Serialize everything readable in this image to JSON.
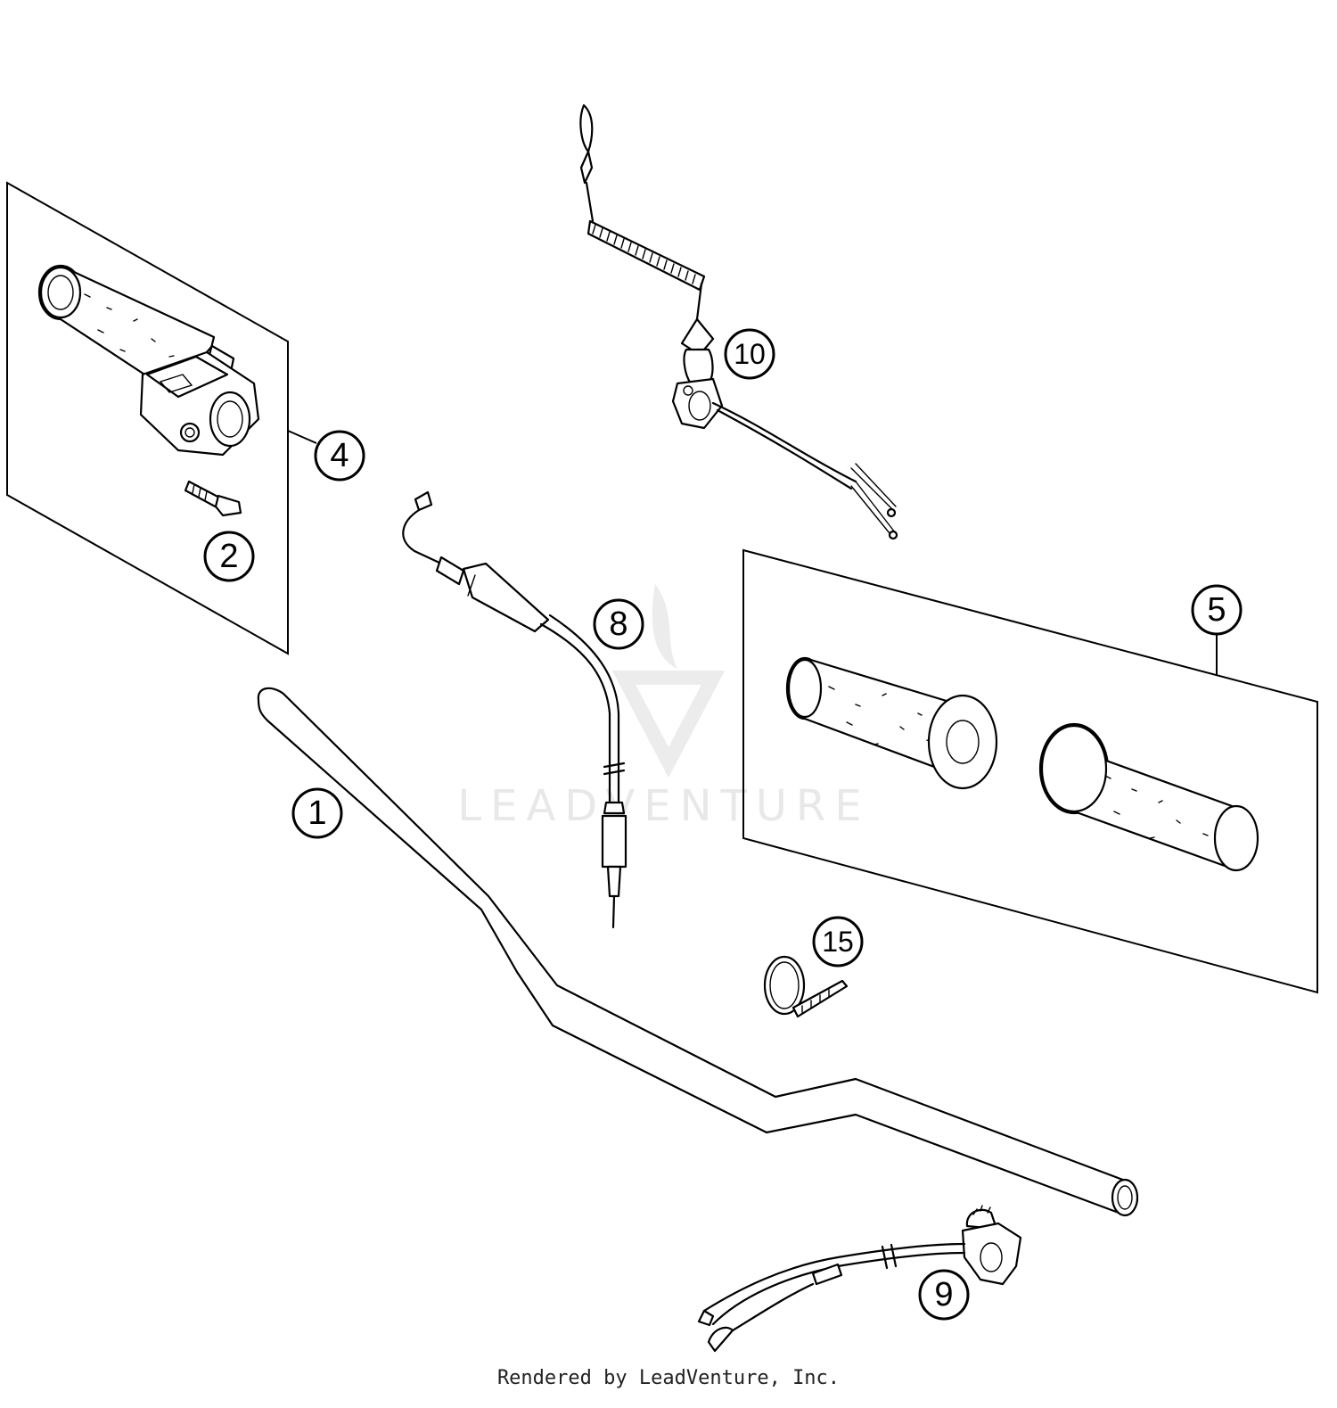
{
  "watermark": {
    "text": "LEADVENTURE"
  },
  "callouts": [
    {
      "id": "1",
      "label": "1"
    },
    {
      "id": "2",
      "label": "2"
    },
    {
      "id": "4",
      "label": "4"
    },
    {
      "id": "5",
      "label": "5"
    },
    {
      "id": "8",
      "label": "8"
    },
    {
      "id": "9",
      "label": "9"
    },
    {
      "id": "10",
      "label": "10"
    },
    {
      "id": "15",
      "label": "15"
    }
  ],
  "footer": {
    "credit": "Rendered by LeadVenture, Inc."
  }
}
